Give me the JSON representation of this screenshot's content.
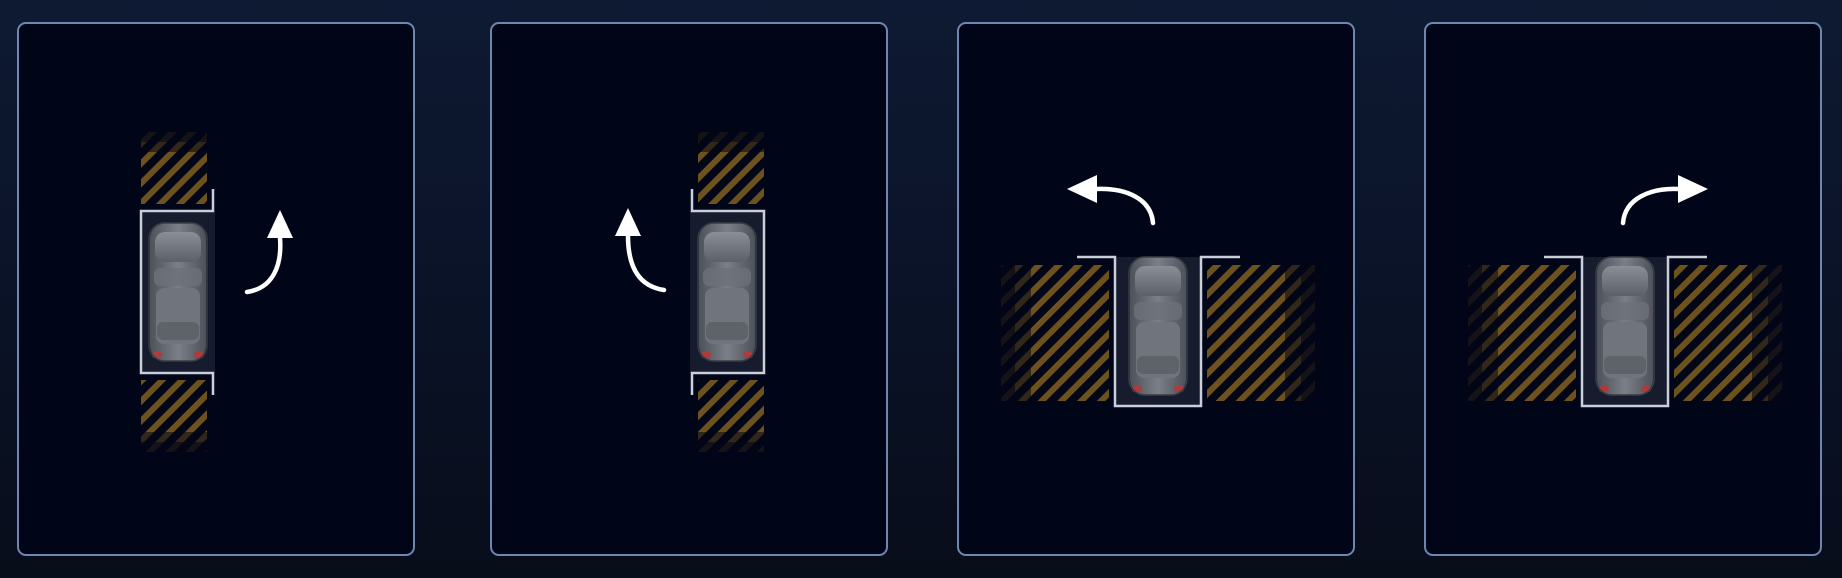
{
  "app": {
    "screen": "parking-mode-selection"
  },
  "colors": {
    "page_background": "#0b1429",
    "card_background": "#010518",
    "card_border": "#6f86b0",
    "slot_outline": "#c9d0dc",
    "hatch_stripe": "#7a5a1e",
    "arrow": "#ffffff",
    "car_body": "#6a6e76",
    "tail_light": "#b03a3a"
  },
  "options": [
    {
      "id": "parallel-exit-right",
      "slot_orientation": "parallel",
      "direction": "right",
      "icons": [
        "parked-car-icon",
        "curved-arrow-up-icon"
      ]
    },
    {
      "id": "parallel-exit-left",
      "slot_orientation": "parallel",
      "direction": "left",
      "icons": [
        "parked-car-icon",
        "curved-arrow-up-icon"
      ]
    },
    {
      "id": "perpendicular-exit-left",
      "slot_orientation": "perpendicular",
      "direction": "left",
      "icons": [
        "parked-car-icon",
        "curved-arrow-left-icon"
      ]
    },
    {
      "id": "perpendicular-exit-right",
      "slot_orientation": "perpendicular",
      "direction": "right",
      "icons": [
        "parked-car-icon",
        "curved-arrow-right-icon"
      ]
    }
  ]
}
